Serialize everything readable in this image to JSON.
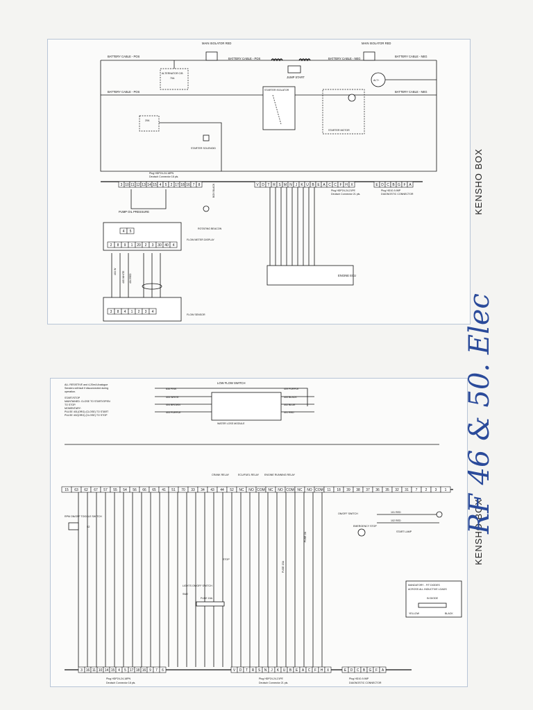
{
  "top": {
    "main_isolator_red": "MAIN ISOLATOR RED",
    "main_isolator_black": "MAIN ISOLATOR RED",
    "battery_cable_pos": "BATTERY CABLE - POS",
    "battery_cable_neg": "BATTERY CABLE - NEG",
    "alternator_cb": "ALTERNATOR C/B",
    "alternator_cb_rating": "70A",
    "jump_start": "JUMP START",
    "alt": "ALT+",
    "starter_isolator": "STARTER ISOLATOR",
    "starter_motor": "STARTER MOTOR",
    "fuse_box": "20A",
    "starter_solenoid": "STARTER SOLENOID",
    "connector18_part": "Plug HDP24-24-18PN",
    "connector18_desc": "Deutsch Connector 18 pls.",
    "connector18_pins": [
      "3",
      "10",
      "11",
      "12",
      "13",
      "14",
      "15",
      "4",
      "5",
      "2",
      "17",
      "18",
      "16",
      "7",
      "8"
    ],
    "connector21_pins": [
      "V",
      "D",
      "T",
      "R",
      "S",
      "M",
      "N",
      "J",
      "K",
      "U",
      "B",
      "E",
      "A",
      "C",
      "C",
      "F",
      "H",
      "X"
    ],
    "connector21_part": "Plug HDP24-24-21PE",
    "connector21_desc": "Deutsch Connector 21 pls.",
    "diag_pins": [
      "E",
      "D",
      "C",
      "B",
      "G",
      "F",
      "A"
    ],
    "diag_part": "Plug HD10-9-96P",
    "diag_desc": "DIAGNOSTIC CONNECTOR",
    "pump_oil_pressure": "PUMP OIL PRESSURE",
    "rotating_beacon": "ROTATING BEACON",
    "beacon_fuse": "BOX BLACK",
    "flow_meter_display": "FLOW METER DISPLAY",
    "flow_meter_pins": [
      "2",
      "8",
      "9",
      "1",
      "20",
      "2",
      "3",
      "30",
      "40",
      "4"
    ],
    "flow_meter_small_pins": [
      "4",
      "5"
    ],
    "wire_labels": [
      "403 W",
      "405 WHITE",
      "404 RED"
    ],
    "flow_sensor": "FLOW SENSOR",
    "flow_sensor_pins": [
      "3",
      "8",
      "4",
      "1",
      "2",
      "3",
      "4"
    ],
    "engine_ecu": "ENGINE ECU",
    "side_label": "KENSHO BOX"
  },
  "bottom": {
    "notes": [
      "ALL RESISTIVE and 4-20mA Analogue",
      "Senders will fault if disconnected during",
      "operation.",
      "START/STOP",
      "MAINTAINED: CLOSE TO START/OPEN",
      "TO STOP.",
      "MOMENTARY:",
      "PULSE 401(ORG) (CLOSE) TO START",
      "PULSE 402(ORG) (CLOSE) TO STOP"
    ],
    "low_flow_switch": "LOW FLOW SWITCH",
    "wires_left": [
      "836 PINK",
      "405 WHITE",
      "404 BROWN",
      "403 PURPLE"
    ],
    "wires_right": [
      "409 PURPLE",
      "400 BLACK",
      "402 BLUE",
      "401 RED"
    ],
    "water_loss_module": "WATER LOSS MODULE",
    "relays": [
      "CRANK RELAY",
      "ECU/FUEL RELAY",
      "ENGINE RUNNING RELAY"
    ],
    "pins_main": [
      "15",
      "63",
      "62",
      "67",
      "57",
      "55",
      "54",
      "56",
      "66",
      "65",
      "41",
      "51",
      "70",
      "33",
      "34",
      "43",
      "44",
      "52",
      "NC",
      "NO",
      "COM",
      "NC",
      "NO",
      "COM",
      "NC",
      "NO",
      "COM",
      "11",
      "18",
      "39",
      "38",
      "37",
      "36",
      "35",
      "32",
      "31",
      "7",
      "2",
      "3",
      "1"
    ],
    "rpm_switch": "RPM ON/OFF TOGGLE SWITCH",
    "rpm_switch_num": "S2",
    "on_off_switch": "ON/OFF SWITCH",
    "fuse_1": "FUSE 2A",
    "fuse_2": "FUSE 15A",
    "fuse_3": "FUSE 15A",
    "stop_label": "STOP",
    "emergency_stop": "EMERGENCY STOP",
    "led_red": "101 RED",
    "led_red2": "102 RED",
    "start_lamp": "START LAMP",
    "lights_switch": "LIGHTS ON/OFF SWITCH",
    "lights_switch_num": "SW2",
    "connector18_pins": [
      "3",
      "16",
      "11",
      "10",
      "14",
      "15",
      "4",
      "5",
      "17",
      "18",
      "16",
      "9",
      "7",
      "6"
    ],
    "connector18_part": "Plug HDP24-24-18PN",
    "connector18_desc": "Deutsch Connector 18 pls.",
    "connector21_pins": [
      "V",
      "D",
      "T",
      "R",
      "S",
      "N",
      "J",
      "K",
      "U",
      "B",
      "E",
      "A",
      "C",
      "F",
      "H",
      "X"
    ],
    "connector21_part": "Plug HDP24-24-21PE",
    "connector21_desc": "Deutsch Connector 21 pls.",
    "diag_pins": [
      "E",
      "D",
      "C",
      "B",
      "G",
      "F",
      "A"
    ],
    "diag_part": "Plug HD10-9-96P",
    "diag_desc": "DIAGNOSTIC CONNECTOR",
    "mandatory_title": "MANDATORY - FIT DIODES",
    "mandatory_sub": "ACROSS ALL INDUCTIVE LOADS",
    "diode_label": "IN DIODE",
    "diode_yellow": "YELLOW",
    "diode_black": "BLACK",
    "side_label": "KENSHO BOX"
  },
  "handwriting": "RF 46 & 50.  Elec"
}
